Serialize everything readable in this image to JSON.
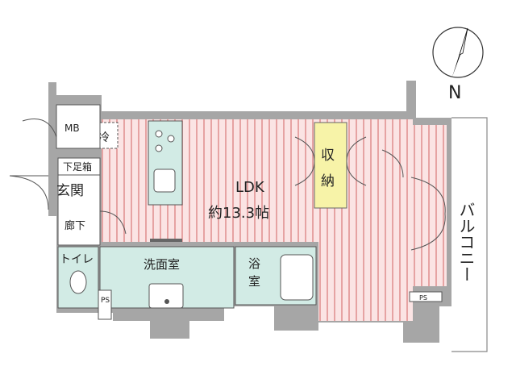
{
  "plan": {
    "compass": {
      "north_label": "N"
    },
    "rooms": {
      "ldk_name": "LDK",
      "ldk_size": "約13.3帖",
      "storage_line1": "収",
      "storage_line2": "納",
      "washroom": "洗面室",
      "bath_line1": "浴",
      "bath_line2": "室",
      "toilet": "トイレ",
      "entrance": "玄関",
      "shoe_box": "下足箱",
      "corridor": "廊下",
      "mb": "MB",
      "ps_left": "PS",
      "ps_right": "PS",
      "balcony": "バルコニー",
      "fridge_mark": "冷"
    },
    "colors": {
      "wall": "#9a9a9a",
      "floor_stripe": "#e8a0a0",
      "floor_base": "#fbe4e4",
      "wet_area": "#d2ebe5",
      "storage": "#f7f3a8"
    }
  }
}
